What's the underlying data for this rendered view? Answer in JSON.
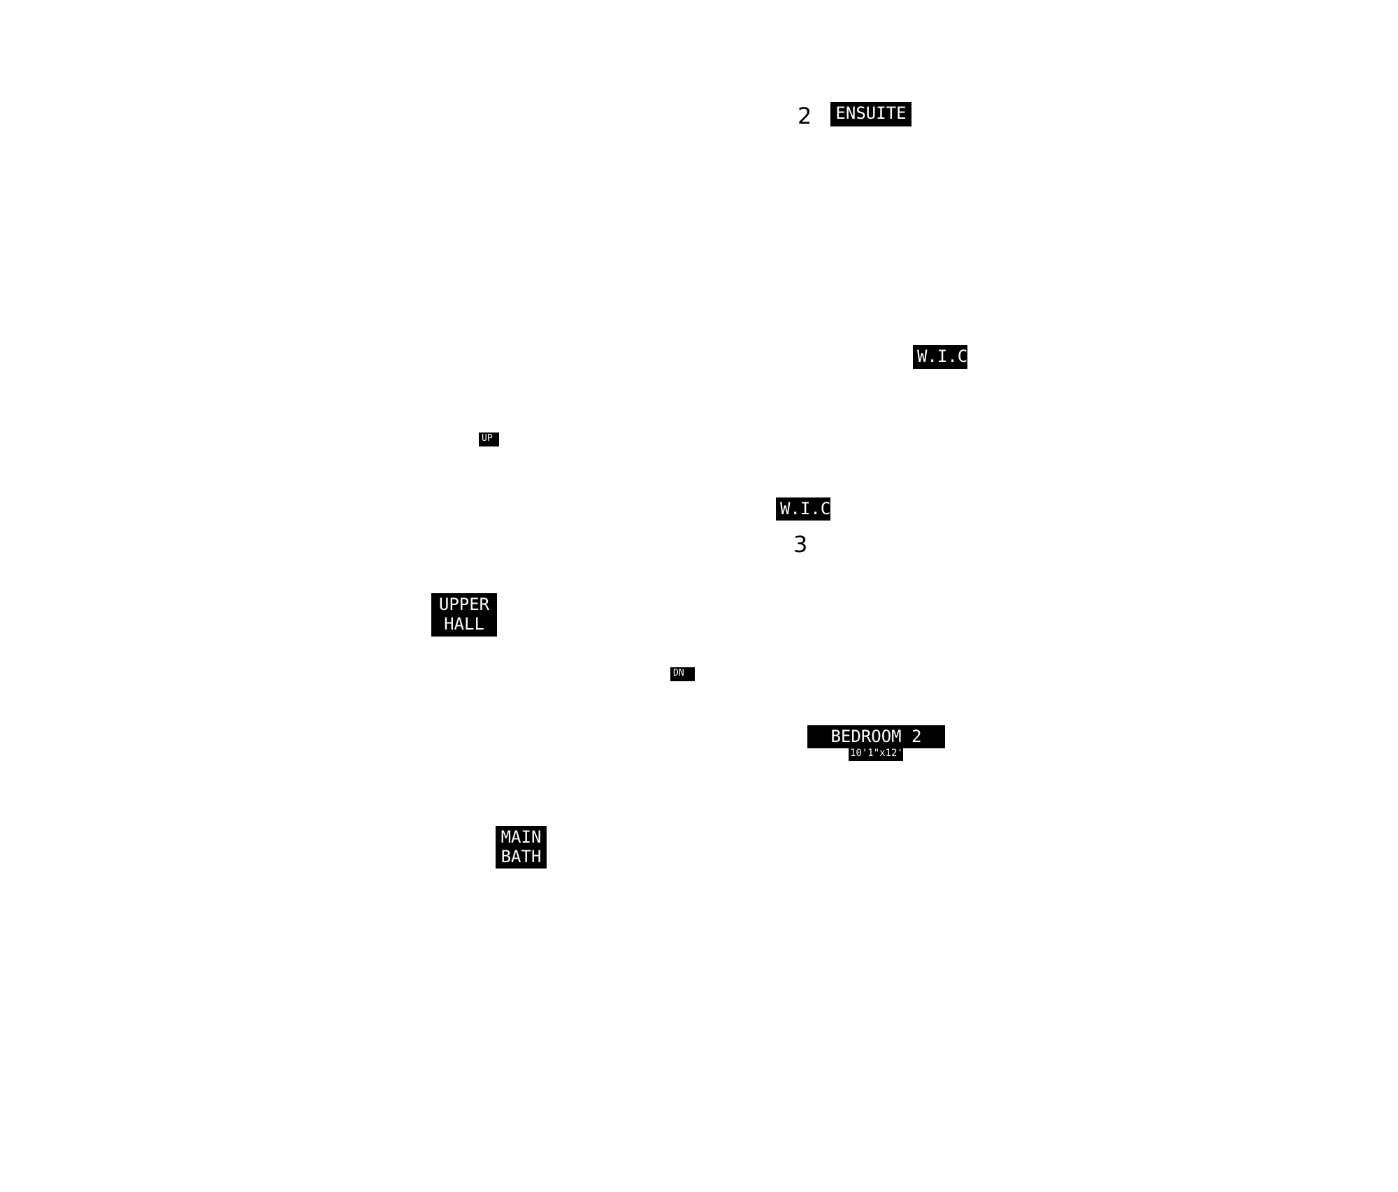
{
  "floor_plan": {
    "rooms": {
      "ensuite": "ENSUITE",
      "wic_top": "W.I.C.",
      "wic_middle": "W.I.C.",
      "upper_hall": "UPPER\nHALL",
      "bedroom_2": "BEDROOM 2",
      "bedroom_2_dimensions": "10'1\"x12'0\"",
      "main_bath": "MAIN\nBATH"
    },
    "stairs": {
      "up": "UP",
      "down": "DN"
    },
    "numbers": {
      "two": "2",
      "three": "3"
    }
  },
  "colors": {
    "label_background": "#000000",
    "label_text": "#ffffff",
    "page_background": "#ffffff"
  }
}
